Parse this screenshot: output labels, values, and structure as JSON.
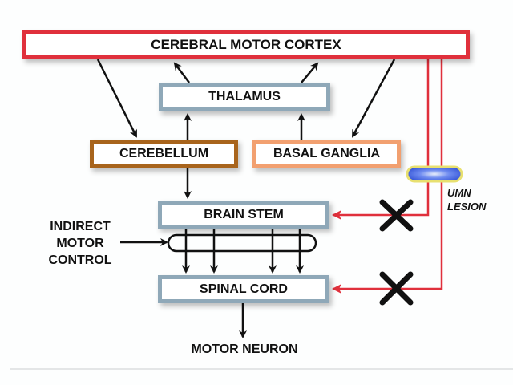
{
  "diagram": {
    "nodes": {
      "cortex": "CEREBRAL MOTOR CORTEX",
      "thalamus": "THALAMUS",
      "cerebellum": "CEREBELLUM",
      "basal_ganglia": "BASAL GANGLIA",
      "brain_stem": "BRAIN STEM",
      "spinal_cord": "SPINAL CORD",
      "motor_neuron": "MOTOR NEURON"
    },
    "labels": {
      "indirect_line1": "INDIRECT",
      "indirect_line2": "MOTOR",
      "indirect_line3": "CONTROL",
      "umn_line1": "UMN",
      "umn_line2": "LESION"
    },
    "colors": {
      "cortex_border": "#e0303c",
      "thalamus_border": "#8fa8b8",
      "cerebellum_border": "#a8641c",
      "basal_border": "#f2a070",
      "upper_motor_pathway": "#e0303c",
      "lesion_fill": "#3a5ce0",
      "lesion_border": "#e8e070"
    }
  }
}
